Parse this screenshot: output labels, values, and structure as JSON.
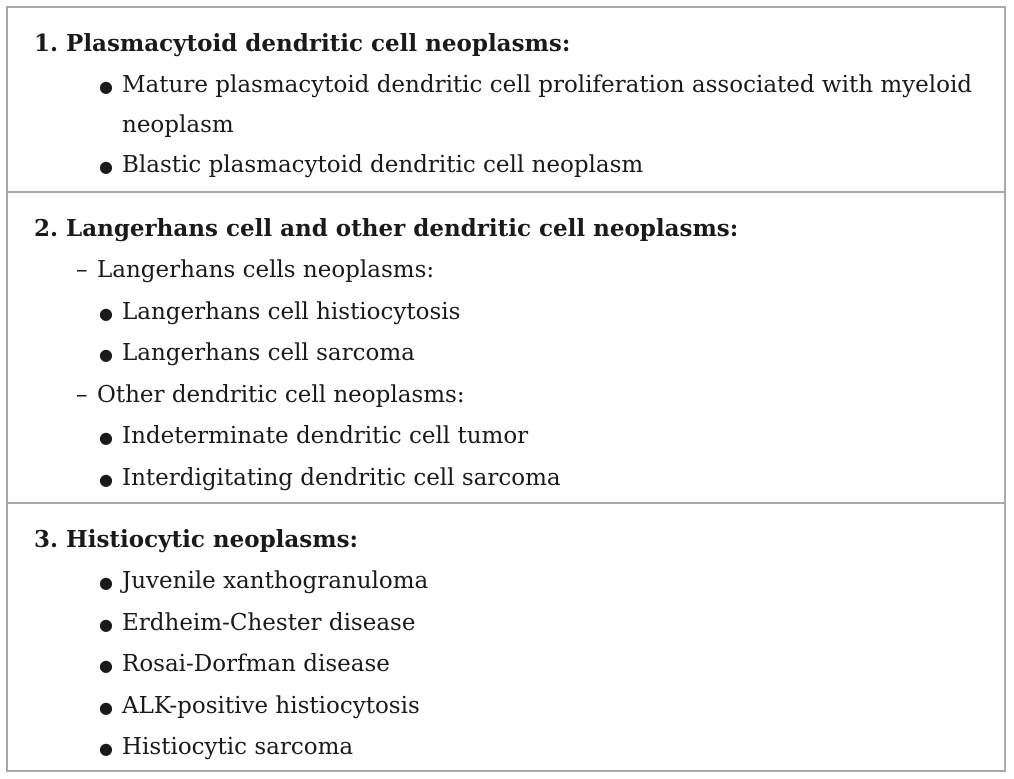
{
  "sections": [
    {
      "heading": "1. Plasmacytoid dendritic cell neoplasms:",
      "items": [
        "Mature plasmacytoid dendritic cell proliferation associated with myeloid neoplasm",
        "Blastic plasmacytoid dendritic cell neoplasm"
      ]
    },
    {
      "heading": "2. Langerhans cell and other dendritic cell neoplasms:",
      "groups": [
        {
          "label": "Langerhans cells neoplasms:",
          "items": [
            "Langerhans cell histiocytosis",
            "Langerhans cell sarcoma"
          ]
        },
        {
          "label": "Other dendritic cell neoplasms:",
          "items": [
            "Indeterminate dendritic cell tumor",
            "Interdigitating dendritic cell sarcoma"
          ]
        }
      ]
    },
    {
      "heading": "3. Histiocytic neoplasms:",
      "items": [
        "Juvenile xanthogranuloma",
        "Erdheim-Chester disease",
        "Rosai-Dorfman disease",
        "ALK-positive histiocytosis",
        "Histiocytic sarcoma"
      ]
    }
  ],
  "symbols": {
    "bullet": "●",
    "dash": "–"
  }
}
